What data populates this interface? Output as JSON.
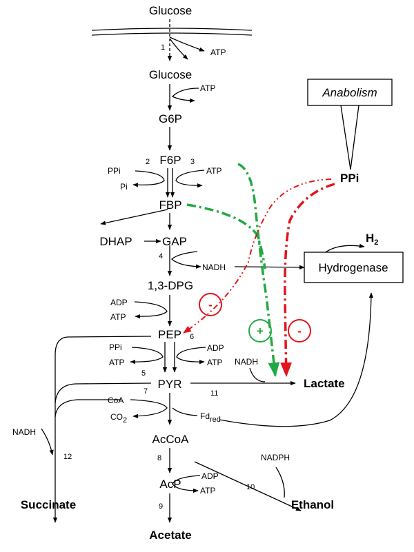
{
  "metabolites": {
    "glucose_out": "Glucose",
    "glucose_in": "Glucose",
    "g6p": "G6P",
    "f6p": "F6P",
    "fbp": "FBP",
    "dhap": "DHAP",
    "gap": "GAP",
    "dpg": "1,3-DPG",
    "pep": "PEP",
    "pyr": "PYR",
    "accoa": "AcCoA",
    "acp": "AcP",
    "acetate": "Acetate",
    "succinate": "Succinate",
    "ethanol": "Ethanol",
    "lactate": "Lactate",
    "ppi_big": "PPi",
    "h2_base": "H",
    "h2_sub": "2"
  },
  "boxes": {
    "anabolism": "Anabolism",
    "hydrogenase": "Hydrogenase"
  },
  "cofactors": {
    "atp_1": "ATP",
    "atp_2": "ATP",
    "ppi_2": "PPi",
    "pi_2": "Pi",
    "atp_3": "ATP",
    "nadh_4": "NADH",
    "adp_pgk": "ADP",
    "atp_pgk": "ATP",
    "ppi_5": "PPi",
    "atp_5": "ATP",
    "adp_6": "ADP",
    "atp_6": "ATP",
    "coa": "CoA",
    "co2_base": "CO",
    "co2_sub": "2",
    "fd_base": "Fd",
    "fd_sub": "red",
    "nadh_lac": "NADH",
    "nadh_succ": "NADH",
    "nadph": "NADPH",
    "adp_9": "ADP",
    "atp_9": "ATP"
  },
  "step_numbers": [
    "1",
    "2",
    "3",
    "4",
    "5",
    "6",
    "7",
    "8",
    "9",
    "10",
    "11",
    "12"
  ],
  "regulation": {
    "pep_inhibition": "-",
    "lactate_activation": "+",
    "lactate_inhibition": "-"
  },
  "colors": {
    "activation": "#22a943",
    "inhibition": "#e3141b",
    "line": "#000000"
  }
}
